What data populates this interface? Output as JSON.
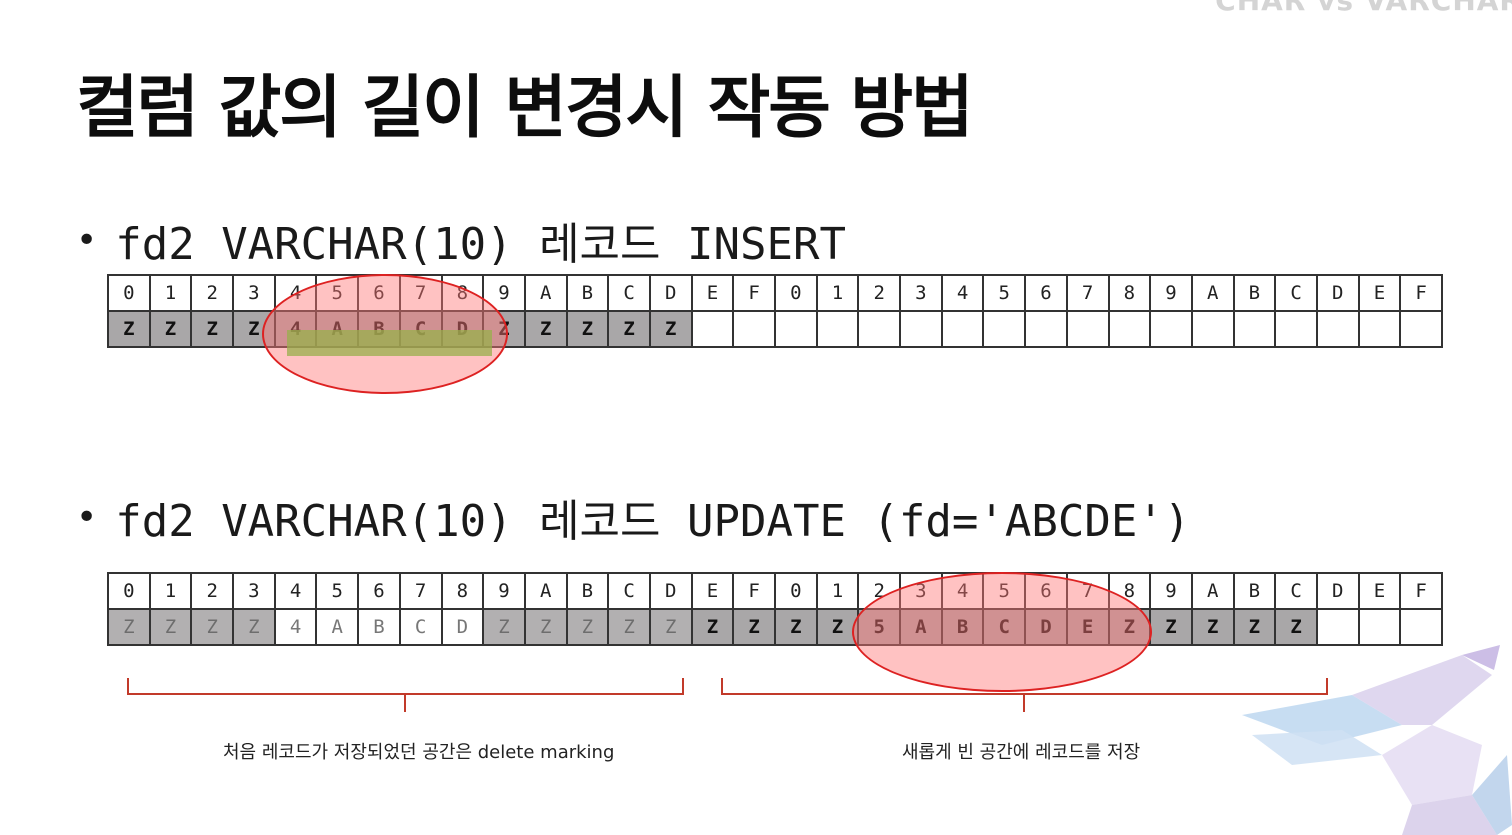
{
  "corner_text": "CHAR vs VARCHAR",
  "title": "컬럼 값의 길이 변경시 작동 방법",
  "insert": {
    "bullet": "•",
    "label": "fd2 VARCHAR(10) 레코드 INSERT",
    "header": [
      "0",
      "1",
      "2",
      "3",
      "4",
      "5",
      "6",
      "7",
      "8",
      "9",
      "A",
      "B",
      "C",
      "D",
      "E",
      "F",
      "0",
      "1",
      "2",
      "3",
      "4",
      "5",
      "6",
      "7",
      "8",
      "9",
      "A",
      "B",
      "C",
      "D",
      "E",
      "F"
    ],
    "cells": [
      "Z",
      "Z",
      "Z",
      "Z",
      "4",
      "A",
      "B",
      "C",
      "D",
      "Z",
      "Z",
      "Z",
      "Z",
      "Z",
      "",
      "",
      "",
      "",
      "",
      "",
      "",
      "",
      "",
      "",
      "",
      "",
      "",
      "",
      "",
      "",
      "",
      ""
    ]
  },
  "update": {
    "bullet": "•",
    "label": "fd2 VARCHAR(10) 레코드 UPDATE (fd='ABCDE')",
    "header": [
      "0",
      "1",
      "2",
      "3",
      "4",
      "5",
      "6",
      "7",
      "8",
      "9",
      "A",
      "B",
      "C",
      "D",
      "E",
      "F",
      "0",
      "1",
      "2",
      "3",
      "4",
      "5",
      "6",
      "7",
      "8",
      "9",
      "A",
      "B",
      "C",
      "D",
      "E",
      "F"
    ],
    "cells": [
      "Z",
      "Z",
      "Z",
      "Z",
      "4",
      "A",
      "B",
      "C",
      "D",
      "Z",
      "Z",
      "Z",
      "Z",
      "Z",
      "Z",
      "Z",
      "Z",
      "Z",
      "5",
      "A",
      "B",
      "C",
      "D",
      "E",
      "Z",
      "Z",
      "Z",
      "Z",
      "Z",
      "",
      "",
      ""
    ]
  },
  "captions": {
    "left": "처음 레코드가 저장되었던 공간은 delete marking",
    "right": "새롭게 빈 공간에 레코드를 저장"
  },
  "colors": {
    "ellipse_fill": "#ff7878",
    "ellipse_stroke": "#dd2222",
    "highlight": "#46dc28",
    "z_cell": "#a9a7a8"
  }
}
